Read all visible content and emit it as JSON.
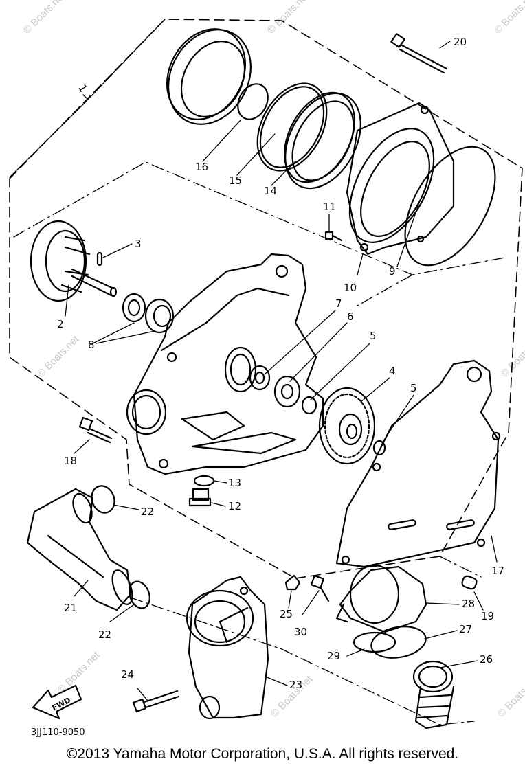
{
  "diagram_code": "3JJ110-9050",
  "copyright": "©2013 Yamaha Motor Corporation, U.S.A. All rights reserved.",
  "watermark": "© Boats.net",
  "fwd_label": "FWD",
  "callouts": [
    "1",
    "2",
    "3",
    "4",
    "5",
    "5",
    "6",
    "7",
    "8",
    "9",
    "10",
    "11",
    "12",
    "13",
    "14",
    "15",
    "16",
    "17",
    "18",
    "19",
    "20",
    "21",
    "22",
    "22",
    "23",
    "24",
    "25",
    "26",
    "27",
    "28",
    "29",
    "30"
  ]
}
